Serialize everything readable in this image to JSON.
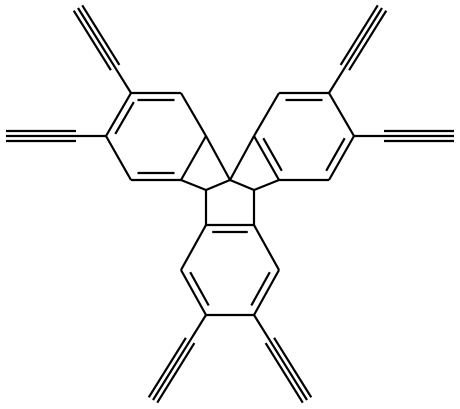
{
  "figure": {
    "kind": "skeletal-structure",
    "background_color": "#ffffff",
    "bond_color": "#000000",
    "ring_count": 3,
    "ethynyl_group_count": 6,
    "atom_labels": []
  }
}
